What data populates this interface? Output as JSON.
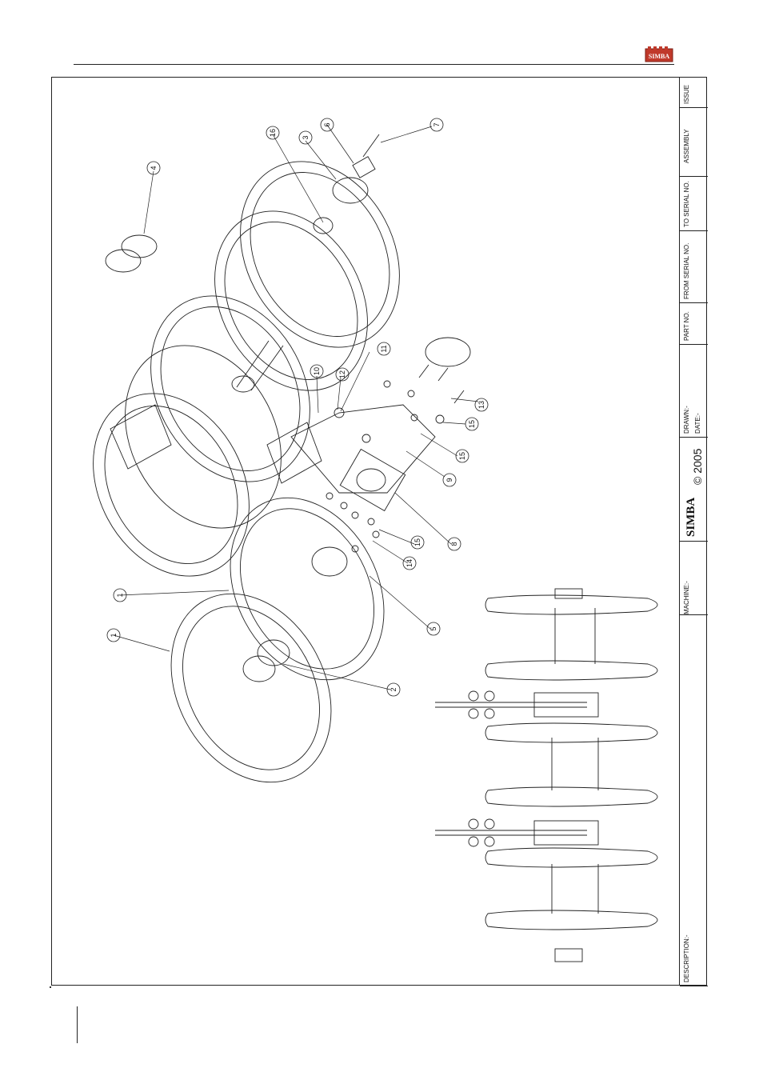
{
  "header": {
    "logo_text": "SIMBA"
  },
  "title_block": {
    "issue_label": "ISSUE",
    "assembly_label": "ASSEMBLY",
    "to_serial_label": "TO SERIAL NO.",
    "from_serial_label": "FROM SERIAL NO.",
    "part_no_label": "PART NO.",
    "drawn_label": "DRAWN:-",
    "date_label": "DATE:-",
    "brand": "SIMBA",
    "copyright": "© 2005",
    "machine_label": "MACHINE:-",
    "description_label": "DESCRIPTION:-"
  },
  "callouts": [
    "16",
    "6",
    "7",
    "3",
    "4",
    "11",
    "10",
    "12",
    "13",
    "15",
    "15",
    "9",
    "8",
    "15",
    "14",
    "1",
    "1",
    "5",
    "2"
  ],
  "colors": {
    "line": "#222222",
    "paper": "#ffffff",
    "logo_red": "#c0392b"
  }
}
